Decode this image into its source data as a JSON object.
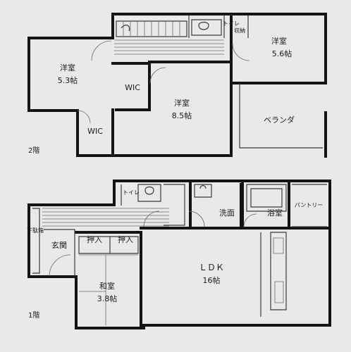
{
  "floors": {
    "second": {
      "label": "2階",
      "rooms": {
        "western_left": {
          "name": "洋室",
          "size": "5.3帖"
        },
        "wic_upper": {
          "name": "WIC"
        },
        "wic_lower": {
          "name": "WIC"
        },
        "western_center": {
          "name": "洋室",
          "size": "8.5帖"
        },
        "western_right": {
          "name": "洋室",
          "size": "5.6帖"
        },
        "toilet": {
          "name": "トイレ"
        },
        "storage": {
          "name": "収納"
        },
        "balcony": {
          "name": "ベランダ"
        }
      }
    },
    "first": {
      "label": "1階",
      "rooms": {
        "toilet": {
          "name": "トイレ"
        },
        "washroom": {
          "name": "洗面"
        },
        "bathroom": {
          "name": "浴室"
        },
        "pantry": {
          "name": "パントリー"
        },
        "shoe_closet": {
          "name": "下駄箱"
        },
        "entrance": {
          "name": "玄関"
        },
        "closet_left": {
          "name": "押入"
        },
        "closet_right": {
          "name": "押入"
        },
        "ldk": {
          "name": "ＬＤＫ",
          "size": "16帖"
        },
        "japanese": {
          "name": "和室",
          "size": "3.8帖"
        }
      }
    }
  }
}
